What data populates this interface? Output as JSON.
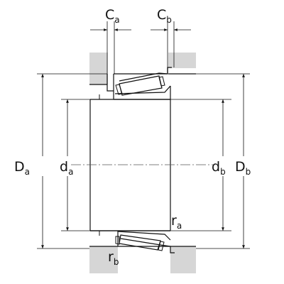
{
  "labels": {
    "Ca": {
      "main": "C",
      "sub": "a"
    },
    "Cb": {
      "main": "C",
      "sub": "b"
    },
    "Da": {
      "main": "D",
      "sub": "a"
    },
    "da": {
      "main": "d",
      "sub": "a"
    },
    "db": {
      "main": "d",
      "sub": "b"
    },
    "Db": {
      "main": "D",
      "sub": "b"
    },
    "ra": {
      "main": "r",
      "sub": "a"
    },
    "rb": {
      "main": "r",
      "sub": "b"
    }
  },
  "colors": {
    "line": "#111111",
    "housing_shade": "#d6d6d6",
    "background": "#ffffff"
  }
}
